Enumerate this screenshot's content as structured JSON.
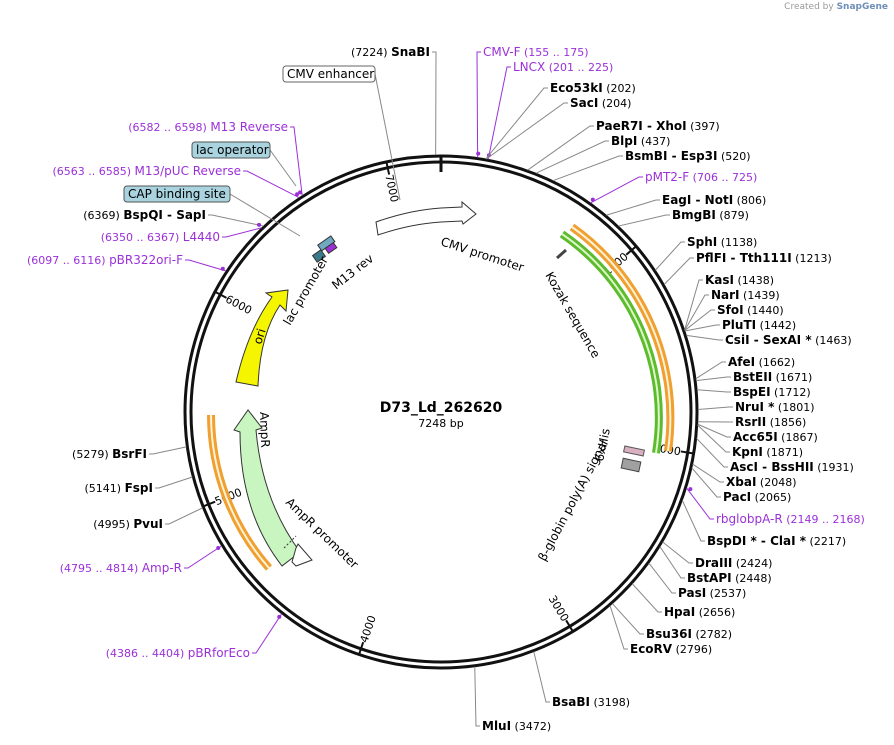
{
  "credit": {
    "prefix": "Created by",
    "brand": "SnapGene"
  },
  "plasmid": {
    "name": "D73_Ld_262620",
    "length": 7248,
    "length_label": "7248 bp"
  },
  "ticks": [
    "1000",
    "2000",
    "3000",
    "4000",
    "5000",
    "6000",
    "7000"
  ],
  "colors": {
    "primer": "#9b30d9",
    "feature_box": "#a8d3df",
    "ori": "#f5f500",
    "ampr": "#c8f5c0",
    "orf": "#f0a030",
    "orf_green": "#5dbb2e"
  },
  "features": [
    {
      "name": "CMV enhancer",
      "style": "box-white"
    },
    {
      "name": "lac operator",
      "style": "box-blue"
    },
    {
      "name": "CAP binding site",
      "style": "box-blue"
    },
    {
      "name": "CMV promoter",
      "style": "arc"
    },
    {
      "name": "Kozak sequence",
      "style": "arc"
    },
    {
      "name": "lac promoter",
      "style": "arc"
    },
    {
      "name": "M13 rev",
      "style": "arc"
    },
    {
      "name": "ori",
      "style": "arc"
    },
    {
      "name": "AmpR",
      "style": "arc"
    },
    {
      "name": "AmpR promoter",
      "style": "arc"
    },
    {
      "name": "6xHis",
      "style": "arc"
    },
    {
      "name": "β-globin poly(A) signal",
      "style": "arc"
    }
  ],
  "right_labels": [
    {
      "type": "primer",
      "name": "CMV-F",
      "range": "(155 .. 175)"
    },
    {
      "type": "primer",
      "name": "LNCX",
      "range": "(201 .. 225)"
    },
    {
      "type": "enzyme",
      "name": "Eco53kI",
      "pos": "(202)"
    },
    {
      "type": "enzyme",
      "name": "SacI",
      "pos": "(204)"
    },
    {
      "type": "enzyme",
      "name": "PaeR7I  -  XhoI",
      "pos": "(397)"
    },
    {
      "type": "enzyme",
      "name": "BlpI",
      "pos": "(437)"
    },
    {
      "type": "enzyme",
      "name": "BsmBI  -  Esp3I",
      "pos": "(520)"
    },
    {
      "type": "primer",
      "name": "pMT2-F",
      "range": "(706 .. 725)"
    },
    {
      "type": "enzyme",
      "name": "EagI  -  NotI",
      "pos": "(806)"
    },
    {
      "type": "enzyme",
      "name": "BmgBI",
      "pos": "(879)"
    },
    {
      "type": "enzyme",
      "name": "SphI",
      "pos": "(1138)"
    },
    {
      "type": "enzyme",
      "name": "PflFI  -  Tth111I",
      "pos": "(1213)"
    },
    {
      "type": "enzyme",
      "name": "KasI",
      "pos": "(1438)"
    },
    {
      "type": "enzyme",
      "name": "NarI",
      "pos": "(1439)"
    },
    {
      "type": "enzyme",
      "name": "SfoI",
      "pos": "(1440)"
    },
    {
      "type": "enzyme",
      "name": "PluTI",
      "pos": "(1442)"
    },
    {
      "type": "enzyme",
      "name": "CsiI  -  SexAI *",
      "pos": "(1463)"
    },
    {
      "type": "enzyme",
      "name": "AfeI",
      "pos": "(1662)"
    },
    {
      "type": "enzyme",
      "name": "BstEII",
      "pos": "(1671)"
    },
    {
      "type": "enzyme",
      "name": "BspEI",
      "pos": "(1712)"
    },
    {
      "type": "enzyme",
      "name": "NruI *",
      "pos": "(1801)"
    },
    {
      "type": "enzyme",
      "name": "RsrII",
      "pos": "(1856)"
    },
    {
      "type": "enzyme",
      "name": "Acc65I",
      "pos": "(1867)"
    },
    {
      "type": "enzyme",
      "name": "KpnI",
      "pos": "(1871)"
    },
    {
      "type": "enzyme",
      "name": "AscI  -  BssHII",
      "pos": "(1931)"
    },
    {
      "type": "enzyme",
      "name": "XbaI",
      "pos": "(2048)"
    },
    {
      "type": "enzyme",
      "name": "PacI",
      "pos": "(2065)"
    },
    {
      "type": "primer",
      "name": "rbglobpA-R",
      "range": "(2149 .. 2168)"
    },
    {
      "type": "enzyme",
      "name": "BspDI *  -  ClaI *",
      "pos": "(2217)"
    },
    {
      "type": "enzyme",
      "name": "DraIII",
      "pos": "(2424)"
    },
    {
      "type": "enzyme",
      "name": "BstAPI",
      "pos": "(2448)"
    },
    {
      "type": "enzyme",
      "name": "PasI",
      "pos": "(2537)"
    },
    {
      "type": "enzyme",
      "name": "HpaI",
      "pos": "(2656)"
    },
    {
      "type": "enzyme",
      "name": "Bsu36I",
      "pos": "(2782)"
    },
    {
      "type": "enzyme",
      "name": "EcoRV",
      "pos": "(2796)"
    },
    {
      "type": "enzyme",
      "name": "BsaBI",
      "pos": "(3198)"
    },
    {
      "type": "enzyme",
      "name": "MluI",
      "pos": "(3472)"
    }
  ],
  "left_labels": [
    {
      "type": "enzyme",
      "name": "SnaBI",
      "pos": "(7224)"
    },
    {
      "type": "primer",
      "name": "M13 Reverse",
      "range": "(6582 .. 6598)"
    },
    {
      "type": "primer",
      "name": "M13/pUC Reverse",
      "range": "(6563 .. 6585)"
    },
    {
      "type": "enzyme",
      "name": "BspQI  -  SapI",
      "pos": "(6369)"
    },
    {
      "type": "primer",
      "name": "L4440",
      "range": "(6350 .. 6367)"
    },
    {
      "type": "primer",
      "name": "pBR322ori-F",
      "range": "(6097 .. 6116)"
    },
    {
      "type": "enzyme",
      "name": "BsrFI",
      "pos": "(5279)"
    },
    {
      "type": "enzyme",
      "name": "FspI",
      "pos": "(5141)"
    },
    {
      "type": "enzyme",
      "name": "PvuI",
      "pos": "(4995)"
    },
    {
      "type": "primer",
      "name": "Amp-R",
      "range": "(4795 .. 4814)"
    },
    {
      "type": "primer",
      "name": "pBRforEco",
      "range": "(4386 .. 4404)"
    }
  ]
}
